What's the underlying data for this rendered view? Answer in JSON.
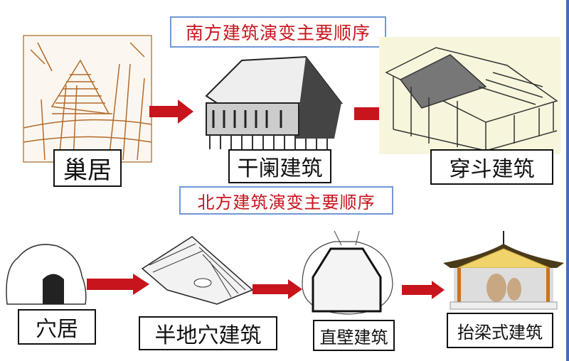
{
  "south": {
    "title": "南方建筑演变主要顺序",
    "stages": [
      "巢居",
      "干阑建筑",
      "穿斗建筑"
    ]
  },
  "north": {
    "title": "北方建筑演变主要顺序",
    "stages": [
      "穴居",
      "半地穴建筑",
      "直壁建筑",
      "抬梁式建筑"
    ]
  },
  "colors": {
    "arrow": "#c8141c",
    "title_text": "#c8141c",
    "title_border": "#6f98d8"
  }
}
